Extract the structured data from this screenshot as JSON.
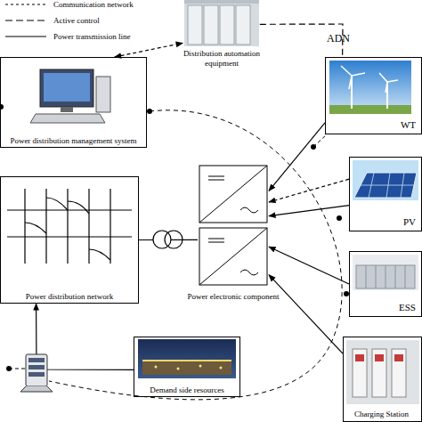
{
  "diagram": {
    "nodes": [
      {
        "text": [
          "Distribution automation equipment"
        ]
      },
      {
        "text": [
          "Power distribution management system"
        ]
      },
      {
        "text": [
          "WT"
        ]
      },
      {
        "text": [
          "PV"
        ]
      },
      {
        "text": [
          "Power distribution network"
        ]
      },
      {
        "text": [
          "Power electronic component"
        ]
      },
      {
        "text": [
          "ESS"
        ]
      },
      {
        "text": [
          "Demand side resources"
        ]
      },
      {
        "text": [
          "Charging Station"
        ]
      }
    ],
    "edges": [
      {
        "from": 1,
        "to": 0,
        "arrow": "both"
      },
      {
        "from": 0,
        "to": 2,
        "arrow": "none"
      },
      {
        "from": 2,
        "to": 5,
        "arrow": "to"
      },
      {
        "from": 3,
        "to": 5,
        "arrow": "to"
      },
      {
        "from": 3,
        "to": 5,
        "arrow": "to"
      },
      {
        "from": 6,
        "to": 5,
        "arrow": "to"
      },
      {
        "from": 8,
        "to": 5,
        "arrow": "to"
      },
      {
        "from": 4,
        "to": 5,
        "arrow": "none"
      },
      {
        "from": 7,
        "to": 4,
        "arrow": "to"
      }
    ],
    "labels": [
      "ADN"
    ],
    "legend": [
      {
        "text": "Communication network"
      },
      {
        "text": "Active control"
      },
      {
        "text": "Power transmission line"
      }
    ]
  }
}
